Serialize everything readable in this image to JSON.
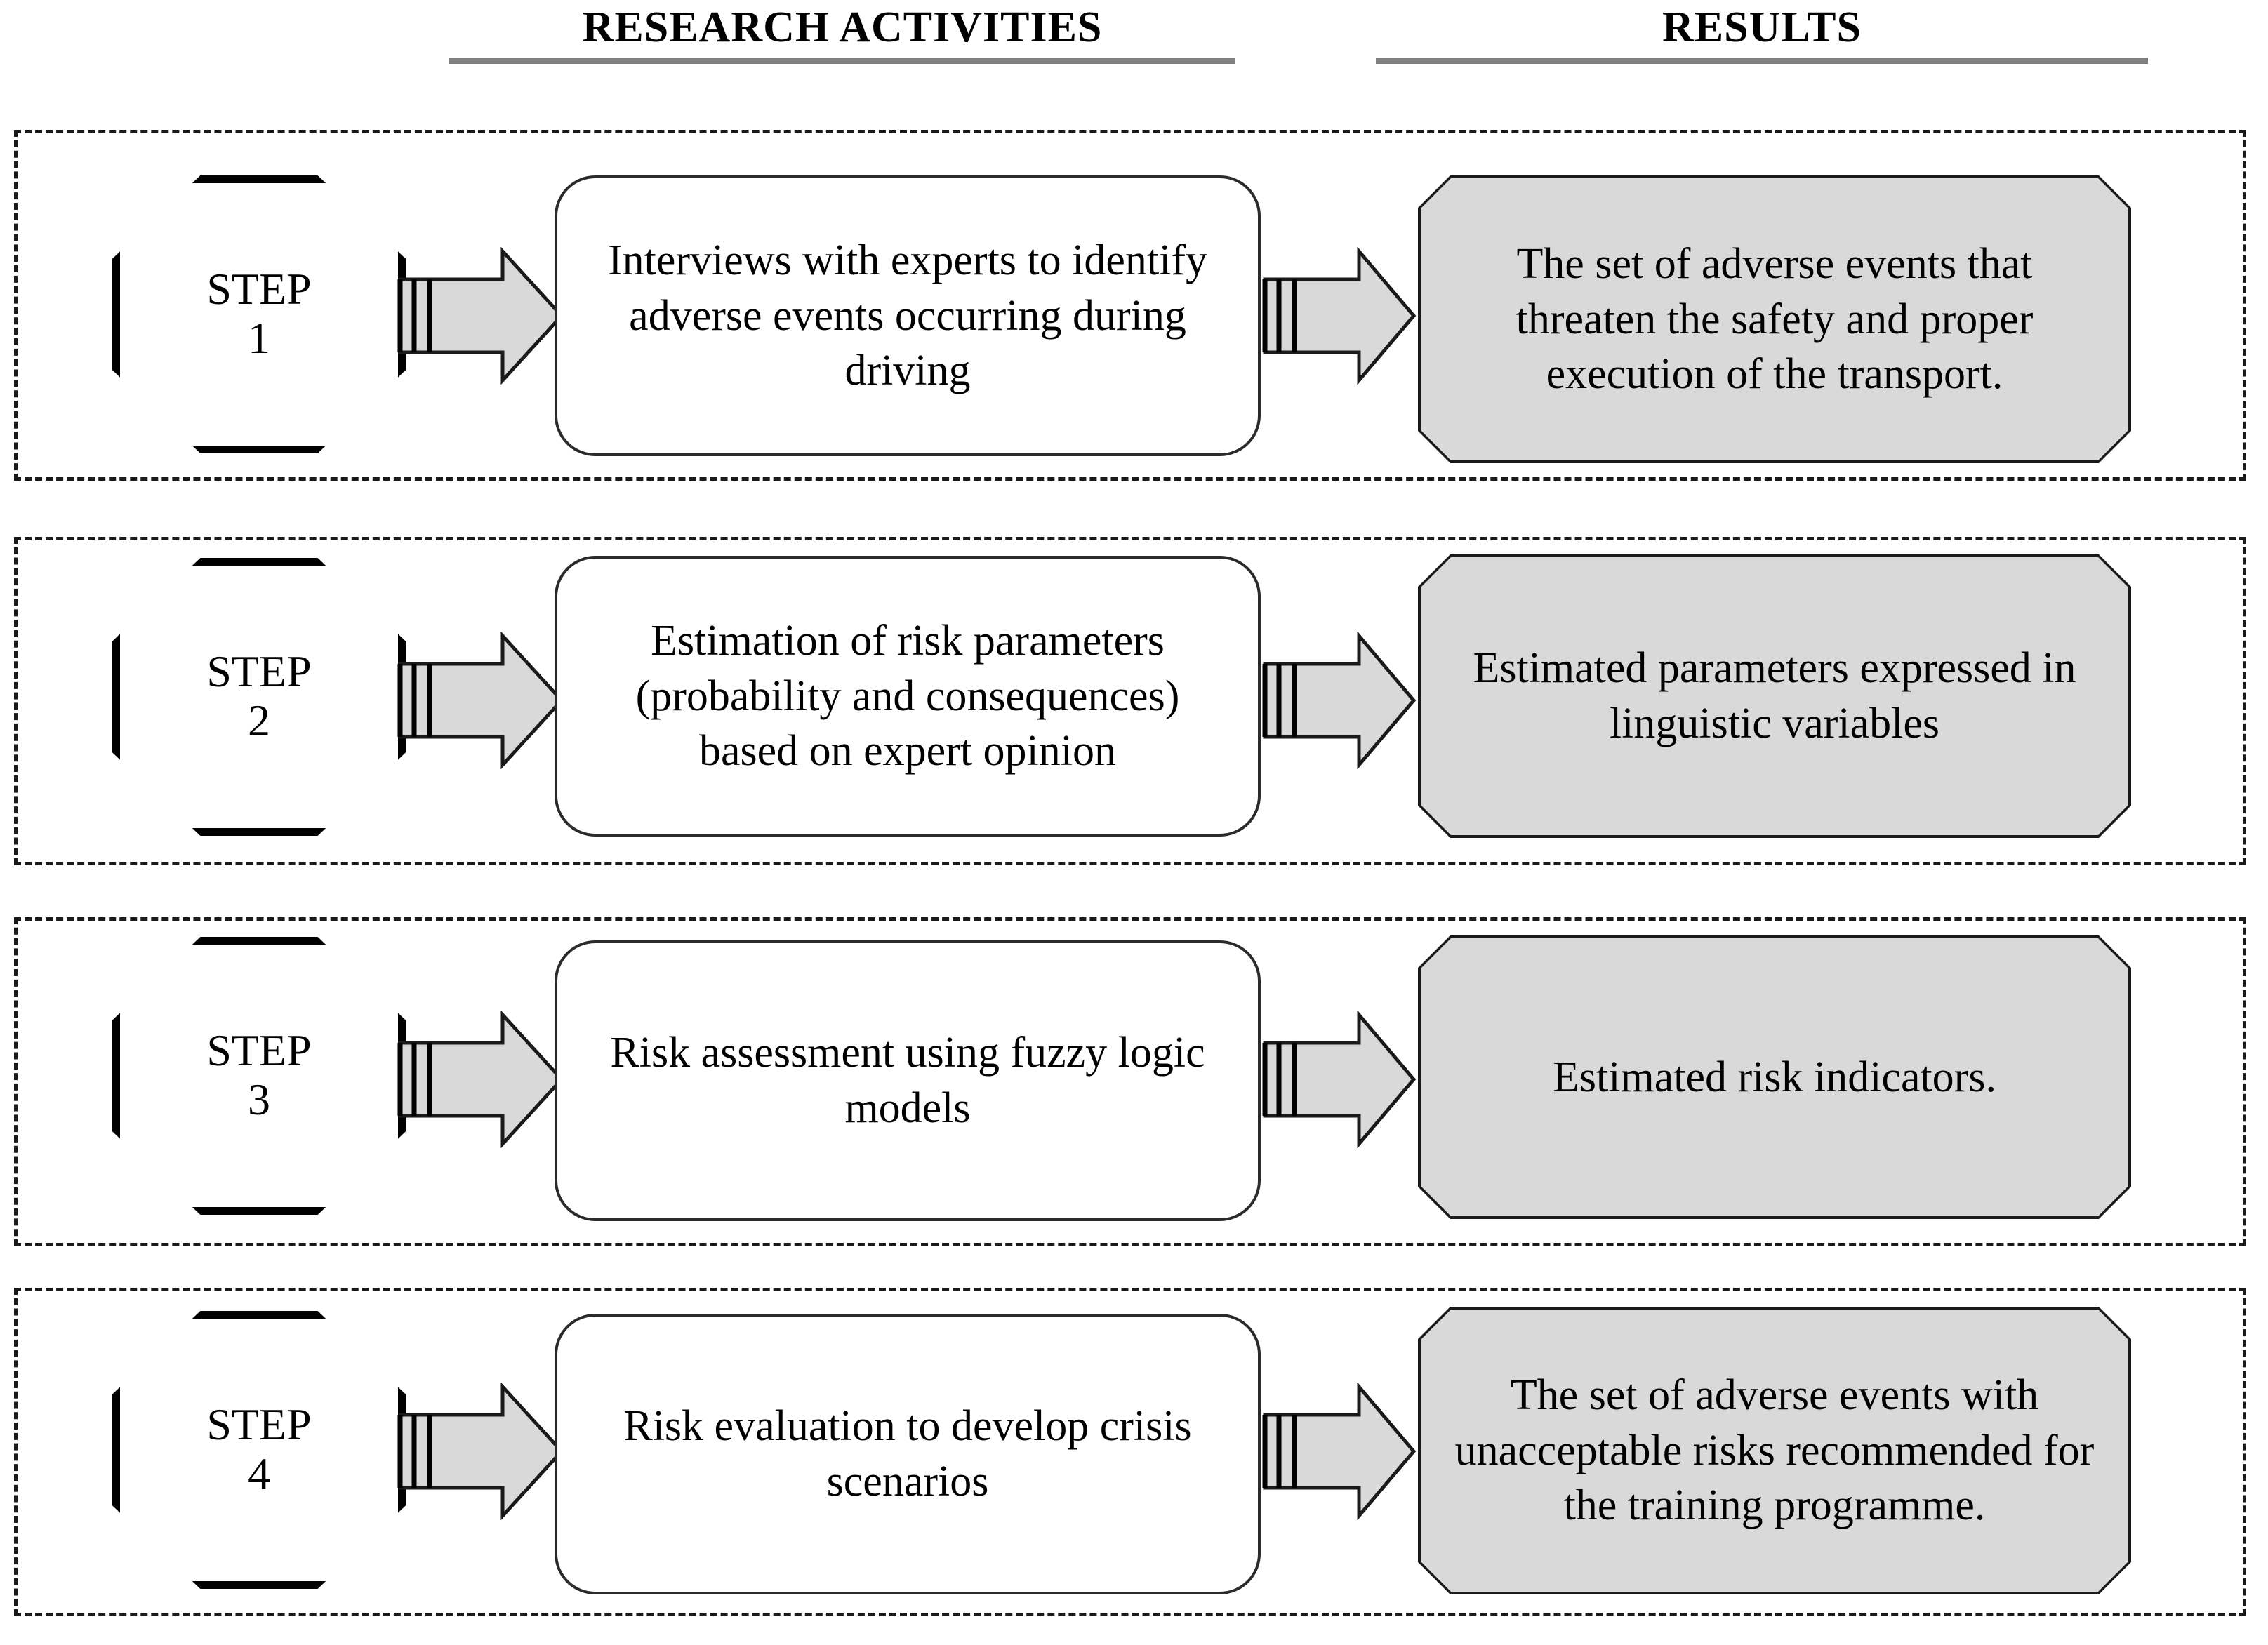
{
  "headers": {
    "activities": "RESEARCH ACTIVITIES",
    "results": "RESULTS"
  },
  "colors": {
    "result_fill": "#d9d9d9",
    "arrow_fill": "#d9d9d9",
    "outline": "#000000",
    "header_rule": "#7f7f7f",
    "dashed_border": "#1a1a1a"
  },
  "rows": [
    {
      "step_label": "STEP",
      "step_number": "1",
      "activity": "Interviews with experts to identify adverse events occurring during driving",
      "result": "The set of adverse events that threaten the safety and proper execution of the transport."
    },
    {
      "step_label": "STEP",
      "step_number": "2",
      "activity": "Estimation of risk parameters (probability and consequences) based on expert opinion",
      "result": "Estimated parameters expressed in linguistic variables"
    },
    {
      "step_label": "STEP",
      "step_number": "3",
      "activity": "Risk assessment using fuzzy logic models",
      "result": "Estimated risk indicators."
    },
    {
      "step_label": "STEP",
      "step_number": "4",
      "activity": "Risk evaluation to develop crisis scenarios",
      "result": "The set of adverse events with unacceptable risks recommended for the training programme."
    }
  ]
}
